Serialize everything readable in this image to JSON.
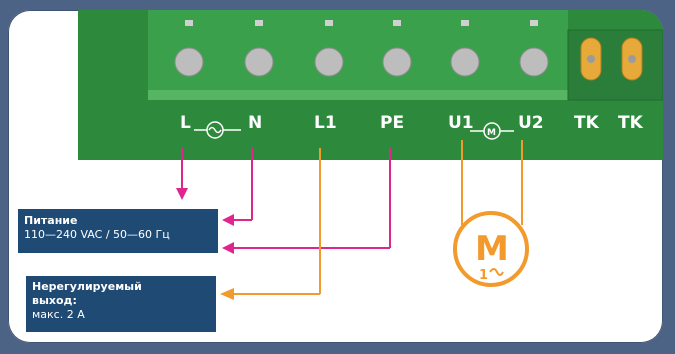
{
  "terminals": {
    "t1": "L",
    "t2": "N",
    "t3": "L1",
    "t4": "PE",
    "t5": "U1",
    "t6": "U2",
    "t7": "TK",
    "t8": "TK"
  },
  "motor": {
    "letter": "M",
    "phase": "1"
  },
  "boxes": {
    "power": {
      "title": "Питание",
      "value": "110—240 VAC / 50—60 Гц"
    },
    "unregulated": {
      "title_line1": "Нерегулируемый",
      "title_line2": "выход:",
      "value": "макс. 2 А"
    }
  },
  "colors": {
    "pcb_green": "#2f8c3f",
    "pcb_dark": "#1f6a2c",
    "wire_magenta": "#e0258f",
    "wire_orange": "#f39a2d",
    "box_navy": "#1e4a74",
    "frame": "#4d6385",
    "terminal_gold": "#e6a93a"
  }
}
